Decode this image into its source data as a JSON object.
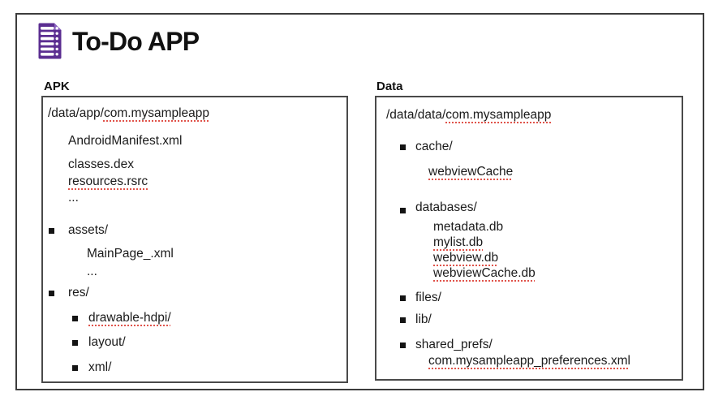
{
  "header": {
    "title": "To-Do APP",
    "icon": "todo-list-icon"
  },
  "colors": {
    "icon_purple": "#5b2e91",
    "icon_fold_purple": "#8a63c0",
    "spellcheck_red": "#e0534a",
    "panel_border_gray": "#4a4a4a",
    "frame_border_gray": "#3c3c3c",
    "text_black": "#1b1b1b"
  },
  "panels": {
    "apk": {
      "label": "APK",
      "path_prefix": "/data/app/",
      "path_package": "com.mysampleapp",
      "items": [
        {
          "text": "AndroidManifest.xml"
        },
        {
          "text": "classes.dex"
        },
        {
          "text": "resources.rsrc"
        },
        {
          "text": "..."
        },
        {
          "text": "assets/"
        },
        {
          "text": "MainPage_.xml"
        },
        {
          "text": "..."
        },
        {
          "text": "res/"
        },
        {
          "text": "drawable-hdpi/"
        },
        {
          "text": "layout/"
        },
        {
          "text": "xml/"
        }
      ]
    },
    "data": {
      "label": "Data",
      "path_prefix": "/data/data/",
      "path_package": "com.mysampleapp",
      "items": [
        {
          "text": "cache/"
        },
        {
          "text": "webviewCache"
        },
        {
          "text": "databases/"
        },
        {
          "text": "metadata.db"
        },
        {
          "text": "mylist.db"
        },
        {
          "text": "webview.db"
        },
        {
          "text": "webviewCache.db"
        },
        {
          "text": "files/"
        },
        {
          "text": "lib/"
        },
        {
          "text": "shared_prefs/"
        },
        {
          "text": "com.mysampleapp_preferences.xml"
        }
      ]
    }
  }
}
